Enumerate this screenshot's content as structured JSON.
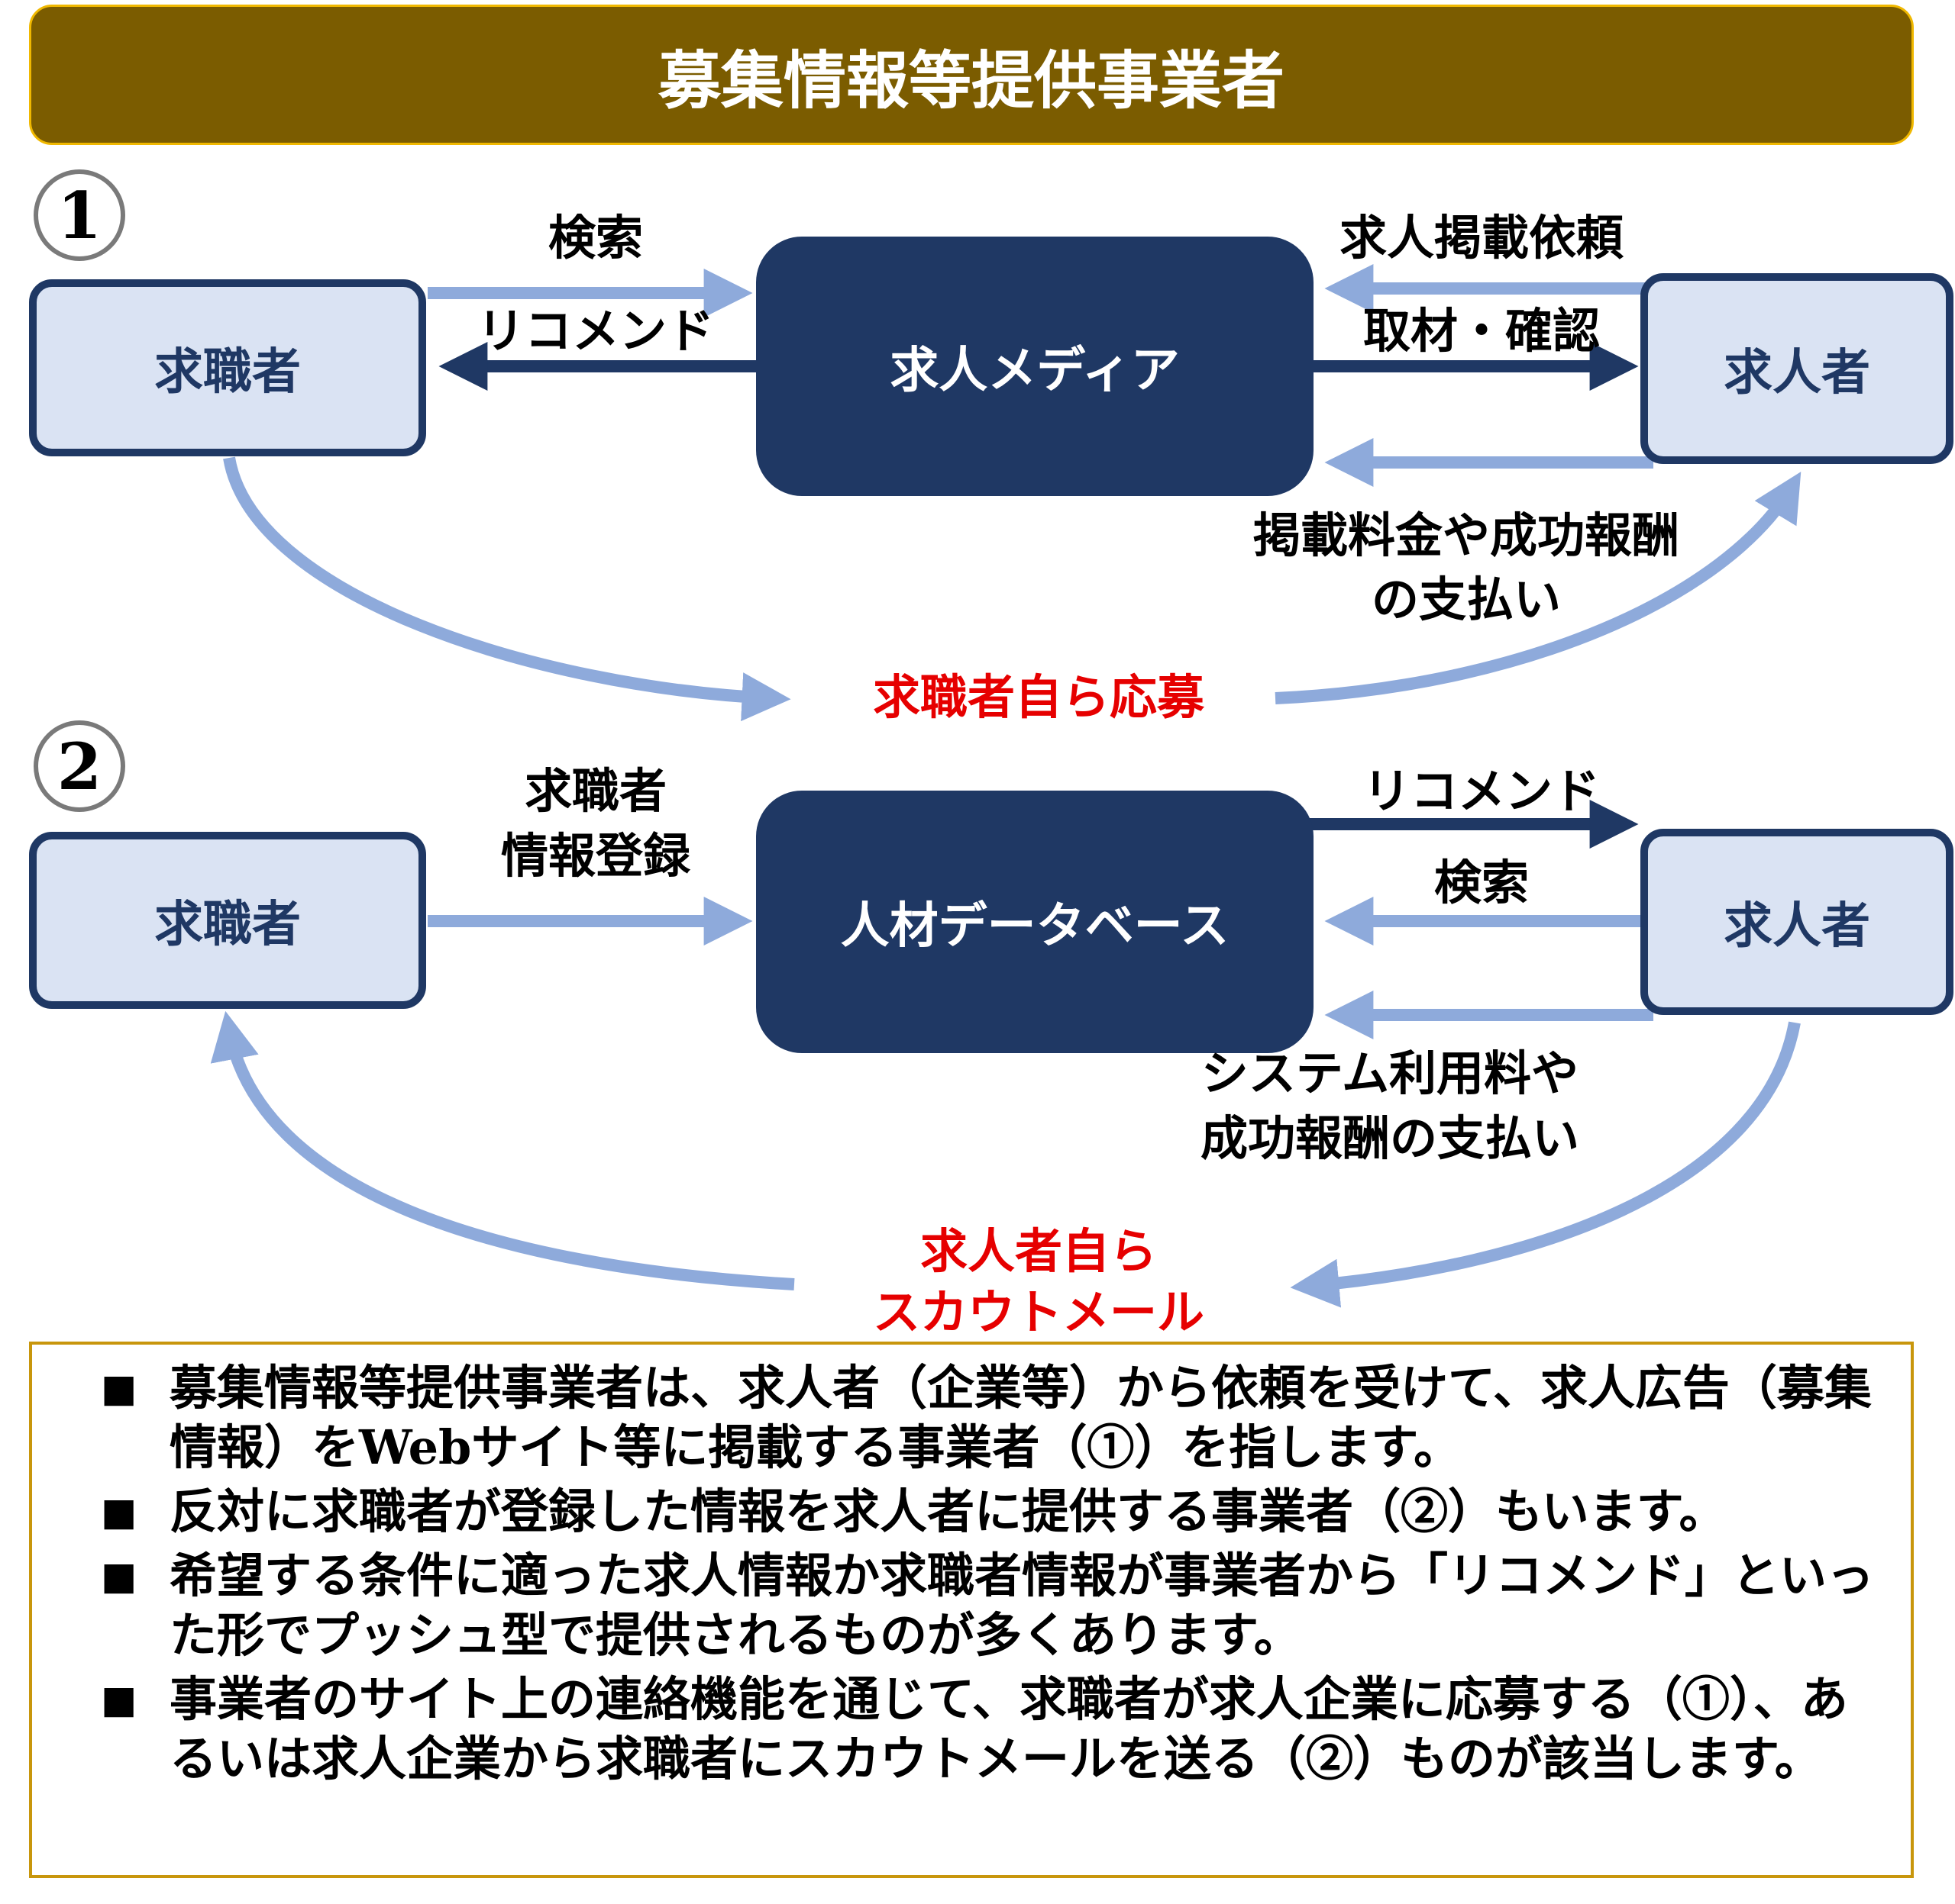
{
  "title": "募集情報等提供事業者",
  "colors": {
    "title_bg": "#7b5c00",
    "dark_box": "#1f3864",
    "light_box": "#dae3f3",
    "arrow_light": "#8eaadb",
    "arrow_dark": "#1f3864",
    "accent_red": "#e60000"
  },
  "section1": {
    "number": "1",
    "jobseeker": "求職者",
    "media": "求人メディア",
    "employer": "求人者",
    "search": "検索",
    "recommend": "リコメンド",
    "listing_request": "求人掲載依頼",
    "interview_confirm": "取材・確認",
    "payment_line1": "掲載料金や成功報酬",
    "payment_line2": "の支払い",
    "self_apply": "求職者自ら応募"
  },
  "section2": {
    "number": "2",
    "jobseeker": "求職者",
    "database": "人材データベース",
    "employer": "求人者",
    "register_line1": "求職者",
    "register_line2": "情報登録",
    "recommend": "リコメンド",
    "search": "検索",
    "payment_line1": "システム利用料や",
    "payment_line2": "成功報酬の支払い",
    "scout_line1": "求人者自ら",
    "scout_line2": "スカウトメール"
  },
  "notes": {
    "bullet": "■",
    "items": [
      "募集情報等提供事業者は、求人者（企業等）から依頼を受けて、求人広告（募集情報）をWebサイト等に掲載する事業者（①）を指します。",
      "反対に求職者が登録した情報を求人者に提供する事業者（②）もいます。",
      "希望する条件に適った求人情報か求職者情報が事業者から「リコメンド」といった形でプッシュ型で提供されるものが多くあります。",
      "事業者のサイト上の連絡機能を通じて、求職者が求人企業に応募する（①）、あるいは求人企業から求職者にスカウトメールを送る（②）ものが該当します。"
    ]
  }
}
